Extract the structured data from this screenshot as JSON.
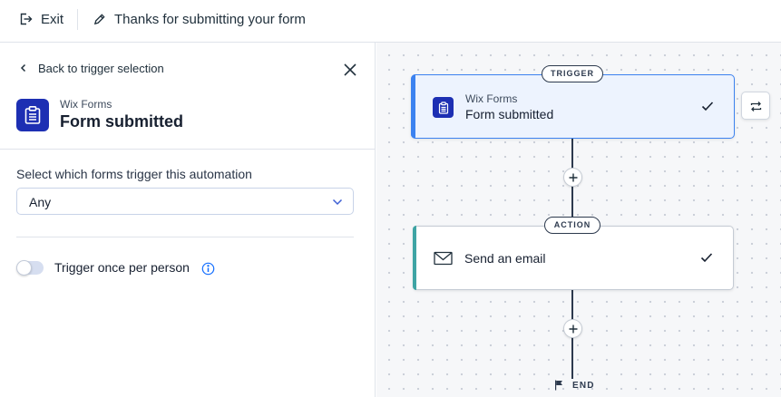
{
  "header": {
    "exit_label": "Exit",
    "automation_title": "Thanks for submitting your form"
  },
  "panel": {
    "back_label": "Back to trigger selection",
    "app_name": "Wix Forms",
    "trigger_name": "Form submitted",
    "select_label": "Select which forms trigger this automation",
    "select_value": "Any",
    "toggle_label": "Trigger once per person",
    "toggle_on": false
  },
  "canvas": {
    "trigger_pill": "TRIGGER",
    "trigger_app": "Wix Forms",
    "trigger_title": "Form submitted",
    "action_pill": "ACTION",
    "action_title": "Send an email",
    "end_label": "END"
  },
  "colors": {
    "brand_blue": "#1d2fb3",
    "selected_border": "#3c82f0",
    "action_accent": "#3ea4a4",
    "info_blue": "#116dff"
  },
  "icons": {
    "exit": "exit-icon",
    "title_edit": "pencil-icon",
    "back": "chevron-left-icon",
    "close": "close-icon",
    "app": "clipboard-icon",
    "dropdown": "chevron-down-icon",
    "info": "info-icon",
    "check": "check-icon",
    "mail": "mail-icon",
    "plus": "plus-icon",
    "swap": "swap-icon",
    "end": "flag-icon"
  }
}
